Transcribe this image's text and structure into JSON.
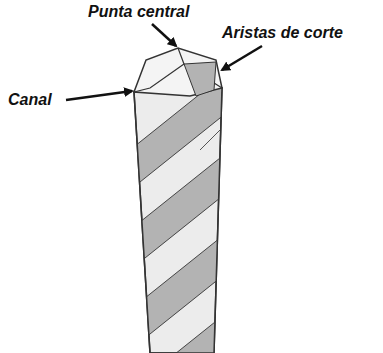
{
  "diagram": {
    "labels": [
      "Punta central",
      "Aristas de corte",
      "Canal"
    ]
  }
}
